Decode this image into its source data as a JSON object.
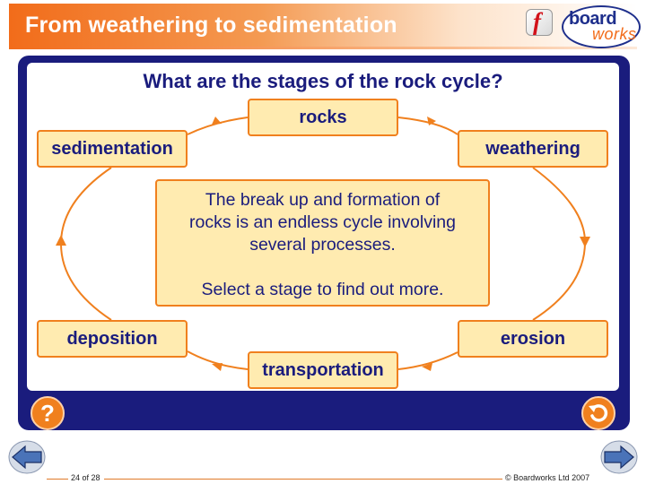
{
  "header": {
    "title": "From weathering to sedimentation"
  },
  "logos": {
    "flash_glyph": "f",
    "brand_line1": "board",
    "brand_line2": "works"
  },
  "main": {
    "question": "What are the stages of the rock cycle?",
    "stages": {
      "rocks": "rocks",
      "weathering": "weathering",
      "erosion": "erosion",
      "transportation": "transportation",
      "deposition": "deposition",
      "sedimentation": "sedimentation"
    },
    "info_text": [
      "The break up and formation of",
      "rocks is an endless cycle involving",
      "several processes."
    ],
    "info_cta": "Select a stage to find out more."
  },
  "controls": {
    "help_label": "?",
    "replay_icon": "replay-icon"
  },
  "footer": {
    "page": "24 of 28",
    "copyright": "© Boardworks Ltd 2007"
  },
  "colors": {
    "navy": "#1a1c7d",
    "orange": "#f0801e",
    "box_fill": "#ffebb0"
  }
}
